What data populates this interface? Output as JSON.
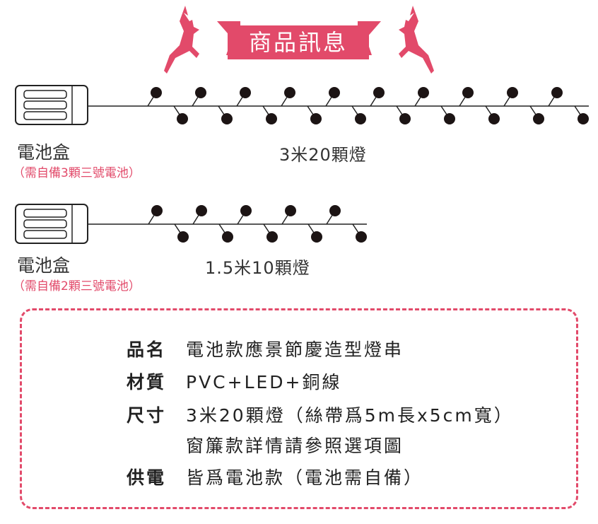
{
  "header": {
    "title": "商品訊息",
    "color": "#e24a6a"
  },
  "strings": [
    {
      "box_label": "電池盒",
      "box_note": "（需自備3顆三號電池）",
      "length_label": "3米20顆燈",
      "bulbs": 20
    },
    {
      "box_label": "電池盒",
      "box_note": "（需自備2顆三號電池）",
      "length_label": "1.5米10顆燈",
      "bulbs": 10
    }
  ],
  "spec": {
    "rows": [
      {
        "key": "品名",
        "value": "電池款應景節慶造型燈串"
      },
      {
        "key": "材質",
        "value": "PVC+LED+銅線"
      },
      {
        "key": "尺寸",
        "value": "3米20顆燈（絲帶爲5m長x5cm寬）"
      },
      {
        "key": "",
        "value": "窗簾款詳情請參照選項圖"
      },
      {
        "key": "供電",
        "value": "皆爲電池款（電池需自備）"
      }
    ]
  }
}
